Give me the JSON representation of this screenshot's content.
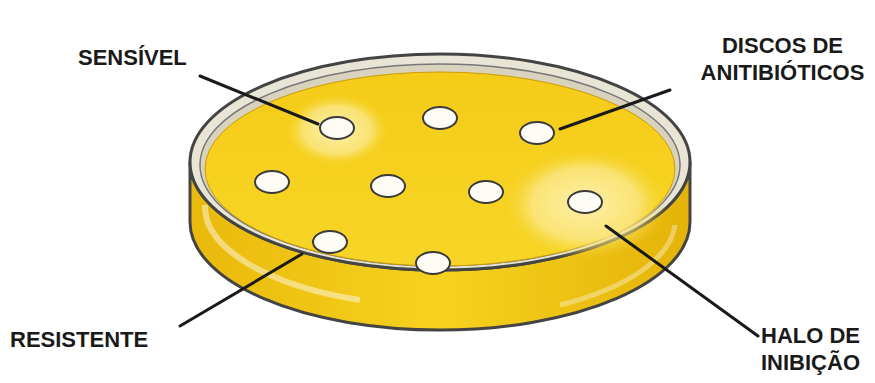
{
  "diagram": {
    "labels": [
      "SENSÍVEL",
      "DISCOS DE ANITIBIÓTICOS",
      "RESISTENTE",
      "HALO DE INIBIÇÃO"
    ]
  }
}
